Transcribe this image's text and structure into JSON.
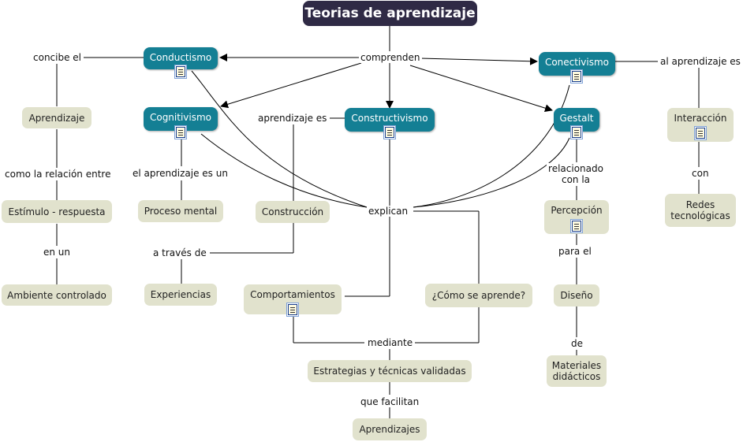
{
  "root": "Teorias de aprendizaje",
  "concepts": {
    "conductismo": "Conductismo",
    "cognitivismo": "Cognitivismo",
    "constructivismo": "Constructivismo",
    "conectivismo": "Conectivismo",
    "gestalt": "Gestalt",
    "aprendizaje": "Aprendizaje",
    "estimulo": "Estímulo - respuesta",
    "ambiente": "Ambiente controlado",
    "proceso_mental": "Proceso mental",
    "experiencias": "Experiencias",
    "construccion": "Construcción",
    "comportamientos": "Comportamientos",
    "como_aprende": "¿Cómo se aprende?",
    "estrategias": "Estrategias y técnicas validadas",
    "aprendizajes": "Aprendizajes",
    "percepcion": "Percepción",
    "diseno": "Diseño",
    "materiales": "Materiales didácticos",
    "interaccion": "Interacción",
    "redes": "Redes tecnológicas"
  },
  "links": {
    "comprenden": "comprenden",
    "concibe_el": "concibe el",
    "como_relacion": "como la relación entre",
    "en_un": "en un",
    "aprendizaje_es_un": "el aprendizaje es un",
    "aprendizaje_es": "aprendizaje es",
    "a_traves_de": "a través de",
    "explican": "explican",
    "mediante": "mediante",
    "que_facilitan": "que facilitan",
    "relacionado_con": "relacionado con la",
    "para_el": "para el",
    "de": "de",
    "al_aprendizaje_es": "al aprendizaje es",
    "con": "con"
  },
  "colors": {
    "root": "#2f2a45",
    "theory_node": "#147f94",
    "concept_node": "#e1e2cd",
    "lines": "#000000"
  },
  "icons": [
    "document-icon"
  ]
}
